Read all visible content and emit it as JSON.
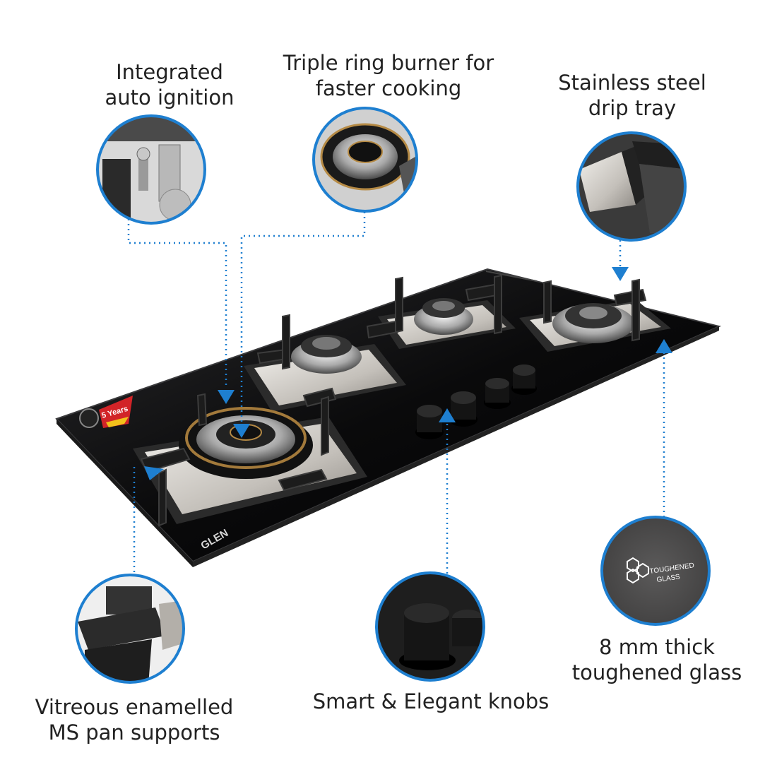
{
  "features": {
    "ignition": {
      "line1": "Integrated",
      "line2": "auto ignition"
    },
    "burner": {
      "line1": "Triple ring burner for",
      "line2": "faster cooking"
    },
    "drip": {
      "line1": "Stainless steel",
      "line2": "drip tray"
    },
    "pan": {
      "line1": "Vitreous enamelled",
      "line2": "MS pan supports"
    },
    "knobs": {
      "line1": "Smart & Elegant knobs"
    },
    "glass": {
      "line1": "8 mm thick",
      "line2": "toughened glass"
    }
  },
  "product": {
    "brand": "GLEN",
    "warranty_badge": "5 Years",
    "glass_badge_line1": "TOUGHENED",
    "glass_badge_line2": "GLASS"
  },
  "colors": {
    "accent": "#1e7fd0",
    "glass": "#0d0d0e",
    "steel": "#c9c6c1",
    "text": "#222222",
    "badge_red": "#d22428"
  }
}
